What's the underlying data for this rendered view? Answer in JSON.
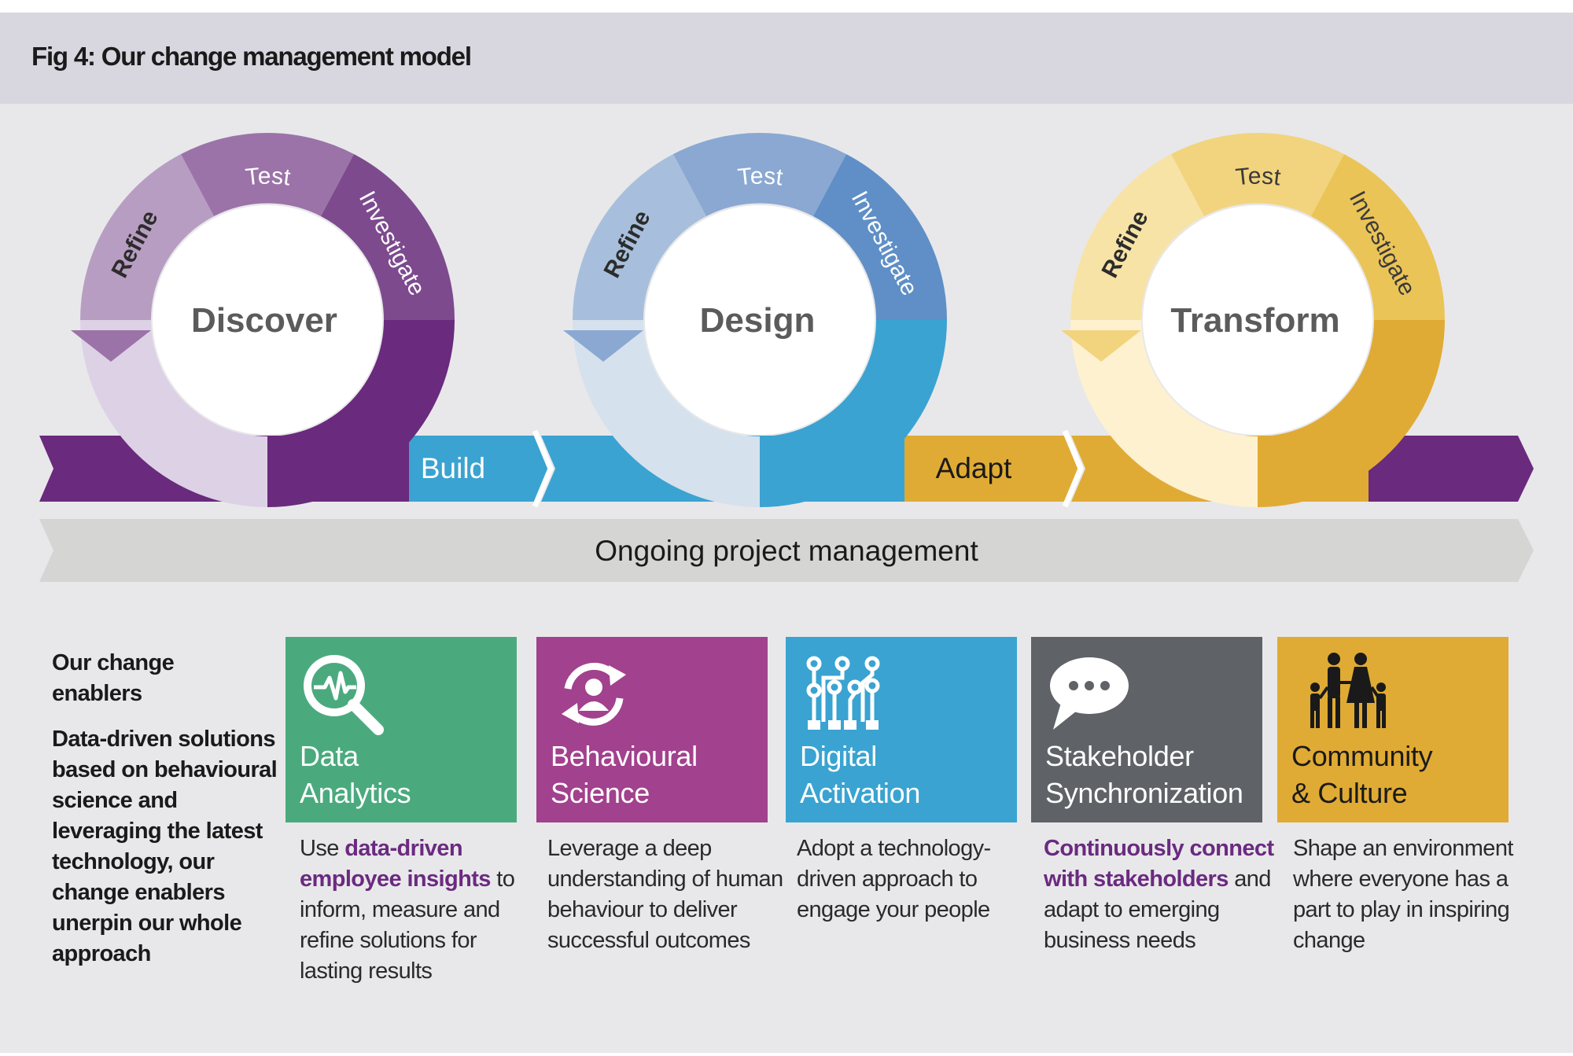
{
  "title": "Fig 4: Our change management model",
  "colors": {
    "purple": "#6a2a7d",
    "blue": "#3aa3d1",
    "gold": "#e0ab34",
    "green": "#4aaa7e",
    "magenta": "#a2418d",
    "gray": "#5f6266"
  },
  "phases": [
    {
      "label": "Discover",
      "ring": {
        "test": "Test",
        "investigate": "Investigate",
        "refine": "Refine"
      }
    },
    {
      "label": "Design",
      "ring": {
        "test": "Test",
        "investigate": "Investigate",
        "refine": "Refine"
      }
    },
    {
      "label": "Transform",
      "ring": {
        "test": "Test",
        "investigate": "Investigate",
        "refine": "Refine"
      }
    }
  ],
  "arrows": {
    "build": "Build",
    "adapt": "Adapt"
  },
  "ongoing": "Ongoing project management",
  "enablers": {
    "heading_line1": "Our change",
    "heading_line2": "enablers",
    "intro": "Data-driven solutions based on behavioural science and leveraging the latest technology, our change enablers unerpin our whole approach",
    "tiles": [
      {
        "title_line1": "Data",
        "title_line2": "Analytics",
        "icon": "magnifier-pulse-icon",
        "desc_pre": "Use ",
        "desc_hl": "data-driven employee insights",
        "desc_post": " to inform, measure and refine solutions for lasting results"
      },
      {
        "title_line1": "Behavioural",
        "title_line2": "Science",
        "icon": "person-cycle-icon",
        "desc_pre": "",
        "desc_hl": "",
        "desc_post": "Leverage a deep understanding of human behaviour to deliver successful outcomes"
      },
      {
        "title_line1": "Digital",
        "title_line2": "Activation",
        "icon": "circuit-icon",
        "desc_pre": "",
        "desc_hl": "",
        "desc_post": "Adopt a technology-driven approach to engage your people"
      },
      {
        "title_line1": "Stakeholder",
        "title_line2": "Synchronization",
        "icon": "speech-bubble-icon",
        "desc_pre": "",
        "desc_hl": "Continuously connect with stakeholders",
        "desc_post": " and adapt to emerging business needs"
      },
      {
        "title_line1": "Community",
        "title_line2": "& Culture",
        "icon": "family-icon",
        "desc_pre": "",
        "desc_hl": "",
        "desc_post": "Shape an environment where everyone has a part to play in inspiring change"
      }
    ]
  }
}
